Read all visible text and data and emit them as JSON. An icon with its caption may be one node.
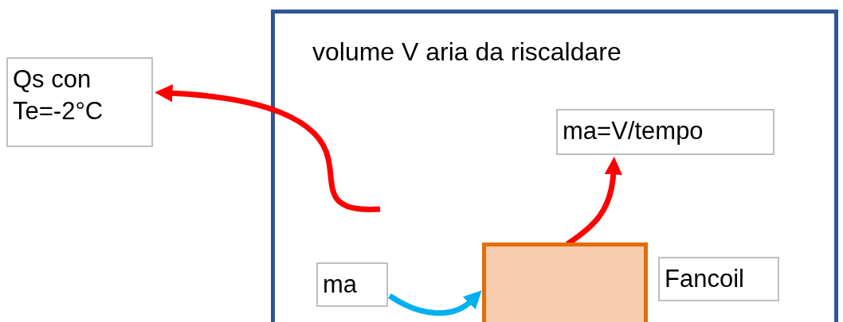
{
  "diagram": {
    "nodes": [
      {
        "text": [
          "volume V aria da riscaldare"
        ]
      },
      {
        "text": [
          "Qs con Te=-2°C"
        ]
      },
      {
        "text": [
          "ma=V/tempo"
        ],
        "in": 0
      },
      {
        "text": [
          "ma"
        ],
        "in": 0
      },
      {
        "text": [],
        "shape": "box",
        "in": 0
      },
      {
        "text": [
          "Fancoil"
        ],
        "in": 0
      }
    ],
    "edges": [
      {
        "from": null,
        "to": 1,
        "arrow": "to",
        "color": "#ff0000"
      },
      {
        "from": 4,
        "to": 2,
        "arrow": "to",
        "color": "#ff0000"
      },
      {
        "from": 3,
        "to": 4,
        "arrow": "to",
        "color": "#00b0f0"
      }
    ]
  }
}
